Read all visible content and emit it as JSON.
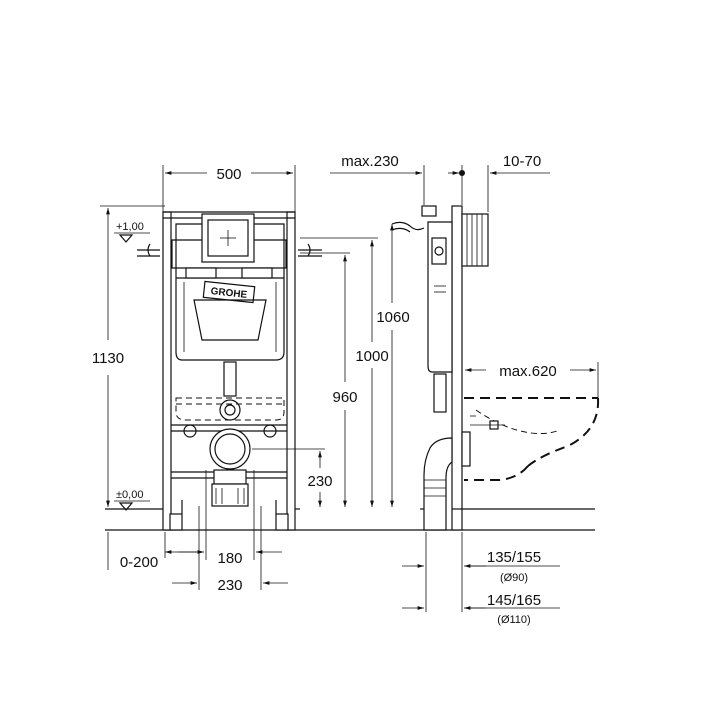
{
  "front_view": {
    "width_label": "500",
    "height_label": "1130",
    "level_top": "+1,00",
    "level_bottom": "±0,00",
    "brand_logo": "GROHE",
    "dim_1000": "1000",
    "dim_960": "960",
    "dim_230_height": "230",
    "dim_0_200": "0-200",
    "dim_180": "180",
    "dim_230_width": "230"
  },
  "side_view": {
    "max_230": "max.230",
    "range_10_70": "10-70",
    "dim_1060": "1060",
    "max_620": "max.620",
    "dim_135_155": "135/155",
    "dia_90": "(Ø90)",
    "dim_145_165": "145/165",
    "dia_110": "(Ø110)"
  }
}
